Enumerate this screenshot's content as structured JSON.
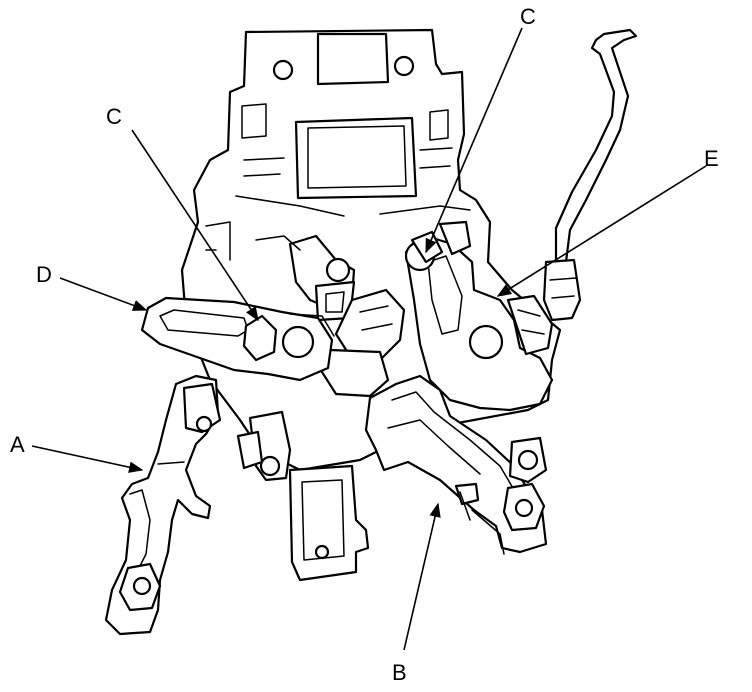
{
  "callouts": [
    {
      "id": "C_left",
      "text": "C"
    },
    {
      "id": "C_right",
      "text": "C"
    },
    {
      "id": "D",
      "text": "D"
    },
    {
      "id": "E",
      "text": "E"
    },
    {
      "id": "A",
      "text": "A"
    },
    {
      "id": "B",
      "text": "B"
    }
  ],
  "colors": {
    "line": "#000000",
    "fill": "#ffffff"
  }
}
